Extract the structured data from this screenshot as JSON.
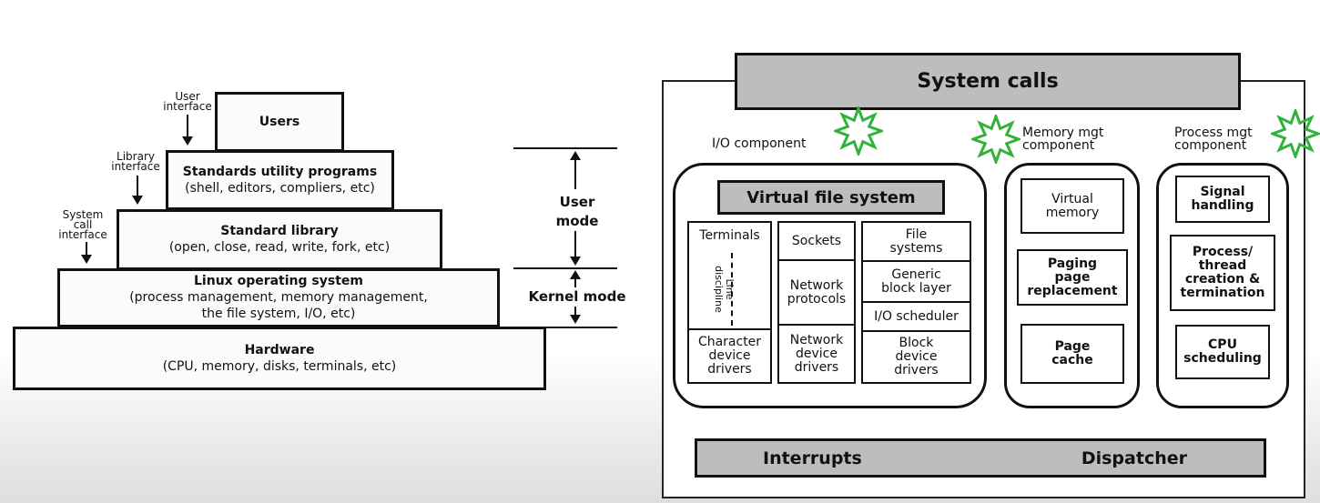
{
  "left": {
    "layers": [
      {
        "title": "Users",
        "subtitle": ""
      },
      {
        "title": "Standards utility programs",
        "subtitle": "(shell, editors, compliers, etc)"
      },
      {
        "title": "Standard library",
        "subtitle": "(open, close, read, write, fork, etc)"
      },
      {
        "title": "Linux operating system",
        "subtitle": "(process management, memory management,\nthe file system, I/O, etc)"
      },
      {
        "title": "Hardware",
        "subtitle": "(CPU, memory, disks, terminals, etc)"
      }
    ],
    "interfaces": {
      "user": "User\ninterface",
      "library": "Library\ninterface",
      "syscall": "System\ncall\ninterface"
    },
    "modes": {
      "user": "User\nmode",
      "kernel": "Kernel mode"
    }
  },
  "right": {
    "system_calls": "System calls",
    "io_label": "I/O component",
    "mem_label": "Memory mgt\ncomponent",
    "proc_label": "Process mgt\ncomponent",
    "vfs": "Virtual file system",
    "io_cells": {
      "terminals": "Terminals",
      "line_discipline": "Line\ndiscipline",
      "char_drivers": "Character\ndevice\ndrivers",
      "sockets": "Sockets",
      "net_protocols": "Network\nprotocols",
      "net_drivers": "Network\ndevice\ndrivers",
      "file_systems": "File\nsystems",
      "generic_block": "Generic\nblock layer",
      "io_scheduler": "I/O scheduler",
      "block_drivers": "Block\ndevice\ndrivers"
    },
    "mem_cells": [
      "Virtual\nmemory",
      "Paging\npage\nreplacement",
      "Page\ncache"
    ],
    "proc_cells": [
      "Signal\nhandling",
      "Process/\nthread\ncreation &\ntermination",
      "CPU\nscheduling"
    ],
    "interrupts": "Interrupts",
    "dispatcher": "Dispatcher",
    "star_color": "#2fb33a"
  }
}
